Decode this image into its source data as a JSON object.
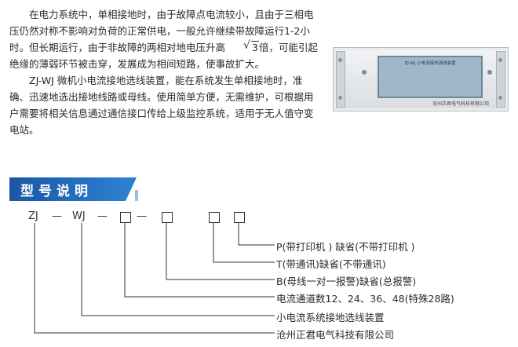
{
  "intro": {
    "p1_before": "在电力系统中，单相接地时，由于故障点电流较小，且由于三相电压仍然对称不影响对负荷的正常供电，一般允许继续带故障运行1-2小时。但长期运行，由于非故障的两相对地电压升高",
    "p1_sqrt": "3",
    "p1_after": "倍，可能引起绝缘的薄弱环节被击穿，发展成为相间短路，使事故扩大。",
    "p2": "ZJ-WJ 微机小电流接地选线装置，能在系统发生单相接地时，准确、迅速地选出接地线路或母线。使用简单方便，无需维护，可根据用户需要将相关信息通过通信接口传给上级监控系统，适用于无人值守变电站。"
  },
  "device": {
    "screen_text": "ZJ-WJ 小电流接地选线装置",
    "brand": "沧州正君电气科技有限公司"
  },
  "heading": "型号说明",
  "model": {
    "part1": "ZJ",
    "dash1": "—",
    "part2": "WJ",
    "dash2": "—",
    "dash3": "—"
  },
  "descriptions": [
    "P(带打印机 ) 缺省(不带打印机 )",
    "T(带通讯)缺省(不带通讯)",
    "B(母线一对一报警)缺省(总报警)",
    "电流通道数12、24、36、48(特殊28路)",
    "小电流系统接地选线装置",
    "沧州正君电气科技有限公司"
  ],
  "colors": {
    "banner": "#1a56a4",
    "text": "#2a2a2a"
  }
}
